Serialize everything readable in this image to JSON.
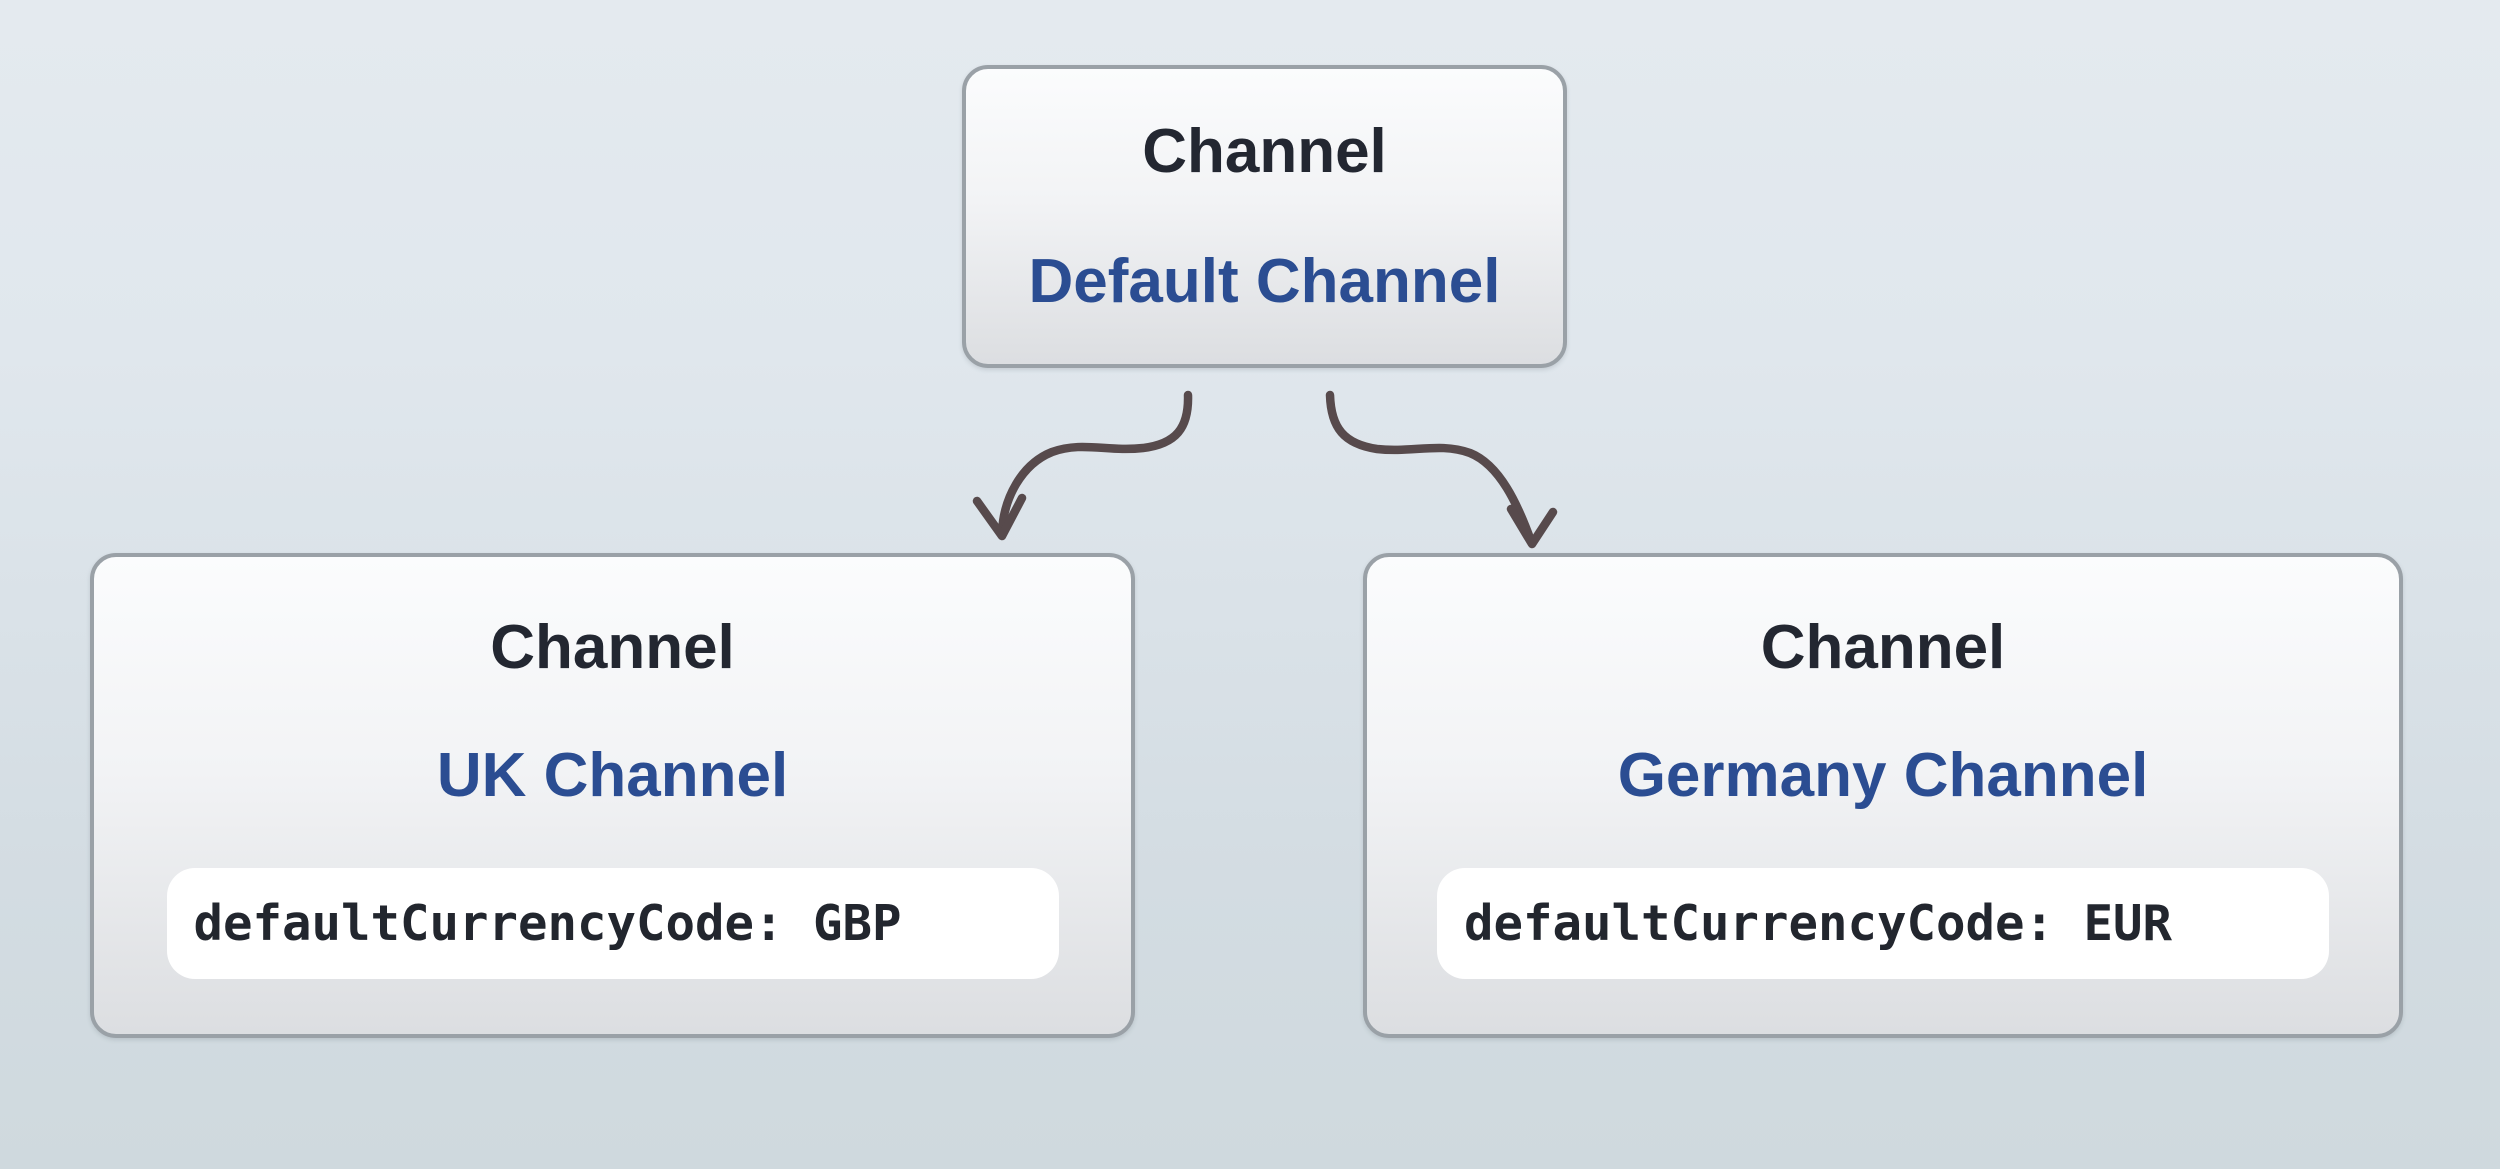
{
  "diagram": {
    "nodes": [
      {
        "id": "default-channel",
        "type_label": "Channel",
        "name": "Default Channel"
      },
      {
        "id": "uk-channel",
        "type_label": "Channel",
        "name": "UK Channel",
        "code": "defaultCurrencyCode: GBP"
      },
      {
        "id": "germany-channel",
        "type_label": "Channel",
        "name": "Germany Channel",
        "code": "defaultCurrencyCode: EUR"
      }
    ],
    "edges": [
      {
        "from": "Default Channel",
        "to": "UK Channel"
      },
      {
        "from": "Default Channel",
        "to": "Germany Channel"
      }
    ],
    "colors": {
      "node_type_text": "#232731",
      "node_name_text": "#2b4d92",
      "node_border": "#9aa1a7",
      "arrow": "#574a4c",
      "code_text": "#22262e",
      "code_background": "#ffffff"
    }
  }
}
